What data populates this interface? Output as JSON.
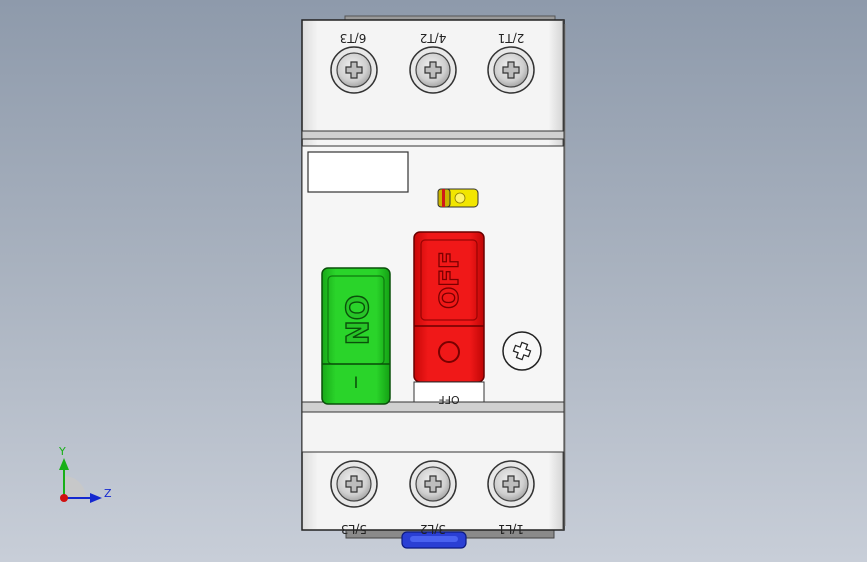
{
  "terminals_top": [
    {
      "label": "6/T3"
    },
    {
      "label": "4/T2"
    },
    {
      "label": "2/T1"
    }
  ],
  "terminals_bottom": [
    {
      "label": "5/L3"
    },
    {
      "label": "3/L2"
    },
    {
      "label": "1/L1"
    }
  ],
  "on_button": {
    "text": "ON",
    "symbol": "I",
    "color": "#1ec81e"
  },
  "off_button": {
    "text": "OFF",
    "symbol": "O",
    "color": "#e81010"
  },
  "off_indicator_label": "OFF",
  "axes": {
    "y": "Y",
    "z": "Z"
  },
  "colors": {
    "body": "#f2f2f2",
    "rail_clip": "#2a3fd4",
    "indicator": "#f2e600"
  }
}
